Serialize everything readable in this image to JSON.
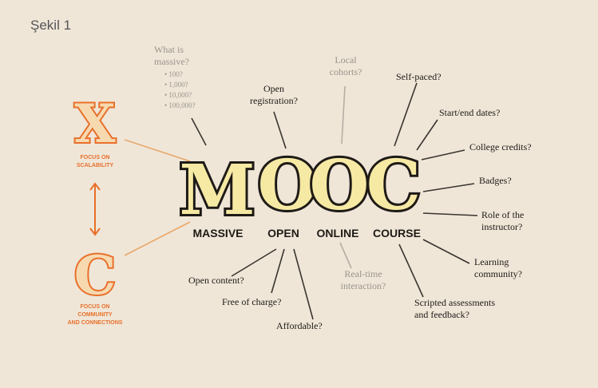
{
  "figure_label": "Şekil 1",
  "colors": {
    "orange": "#e8702a",
    "yellow": "#f6e9a4",
    "ink": "#1e1a16",
    "grey_text": "#9a948a",
    "line": "#3a352f",
    "connector": "#e9a86a"
  },
  "letters": {
    "m": "M",
    "o1": "O",
    "o2": "O",
    "c": "C",
    "x_big": "X",
    "c_big": "C"
  },
  "words": {
    "massive": "MASSIVE",
    "open": "OPEN",
    "online": "ONLINE",
    "course": "COURSE"
  },
  "left": {
    "x_caption_1": "FOCUS ON",
    "x_caption_2": "SCALABILITY",
    "c_caption_1": "FOCUS ON",
    "c_caption_2": "COMMUNITY",
    "c_caption_3": "AND CONNECTIONS"
  },
  "massive": {
    "q1": "What is",
    "q2": "massive?",
    "options": [
      "• 100?",
      "• 1,000?",
      "• 10,000?",
      "• 100,000?"
    ]
  },
  "labels": {
    "open_registration_1": "Open",
    "open_registration_2": "registration?",
    "local_cohorts_1": "Local",
    "local_cohorts_2": "cohorts?",
    "self_paced": "Self-paced?",
    "start_end": "Start/end dates?",
    "college_credits": "College credits?",
    "badges": "Badges?",
    "role_1": "Role of the",
    "role_2": "instructor?",
    "learning_1": "Learning",
    "learning_2": "community?",
    "scripted_1": "Scripted assessments",
    "scripted_2": "and feedback?",
    "realtime_1": "Real-time",
    "realtime_2": "interaction?",
    "open_content": "Open content?",
    "free_of_charge": "Free of charge?",
    "affordable": "Affordable?"
  }
}
